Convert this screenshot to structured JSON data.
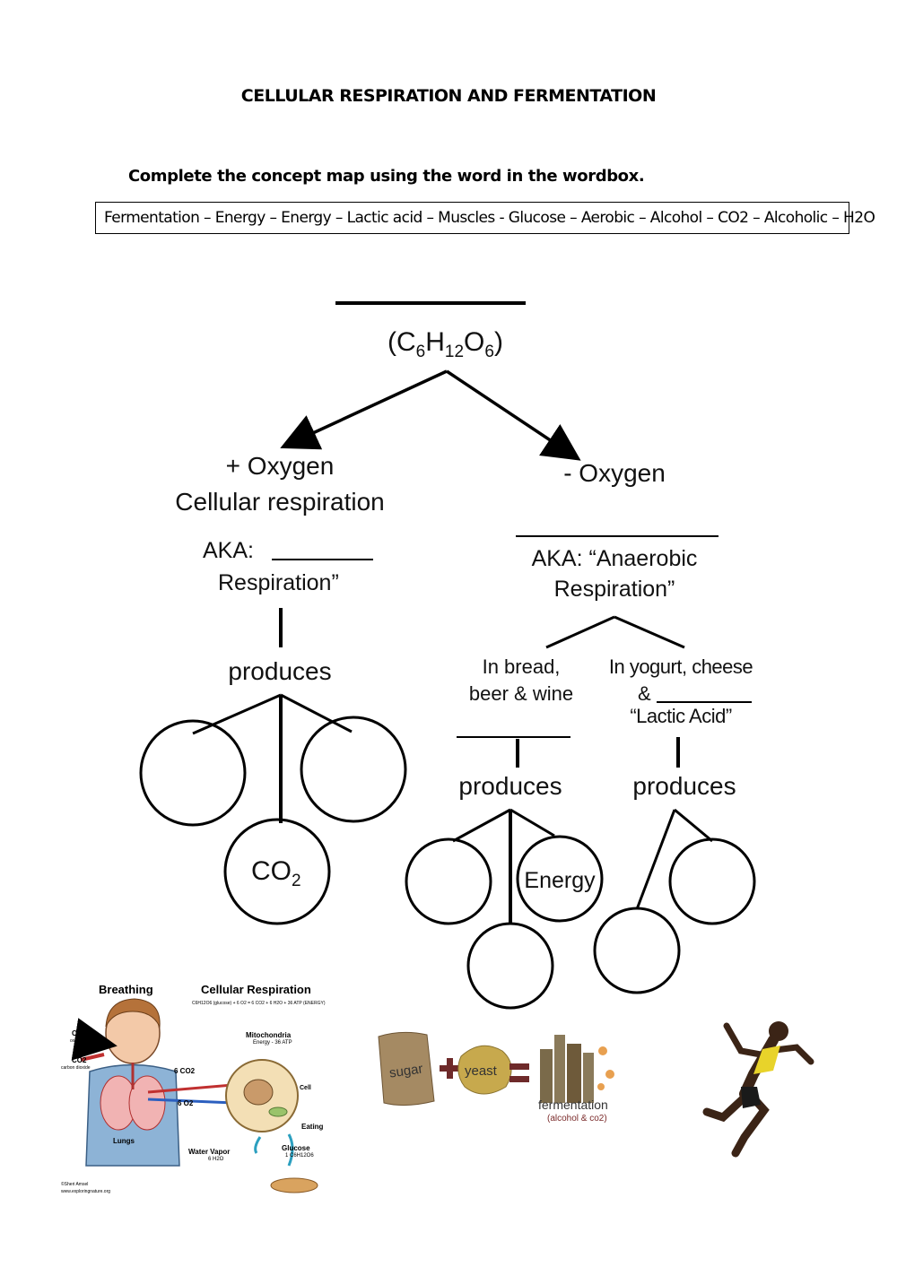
{
  "title": "CELLULAR RESPIRATION AND FERMENTATION",
  "instruction": "Complete the concept map using the word in the wordbox.",
  "wordbox": "Fermentation – Energy – Energy – Lactic acid – Muscles -  Glucose – Aerobic – Alcohol – CO2 – Alcoholic – H2O",
  "map": {
    "formula": {
      "open": "(C",
      "s1": "6",
      "h": "H",
      "s2": "12",
      "o": "O",
      "s3": "6",
      "close": ")"
    },
    "left": {
      "line1": "+ Oxygen",
      "line2": "Cellular respiration",
      "aka": "AKA:",
      "aka2": "Respiration”",
      "produces": "produces",
      "co2_base": "CO",
      "co2_sub": "2"
    },
    "right": {
      "line1": "- Oxygen",
      "aka1": "AKA:  “Anaerobic",
      "aka2": "Respiration”",
      "bread1": "In bread,",
      "bread2": "beer & wine",
      "yogurt1": "In yogurt, cheese",
      "yogurt2": "&",
      "yogurt3": "“Lactic Acid”",
      "produces_a": "produces",
      "produces_b": "produces",
      "energy": "Energy"
    }
  },
  "images": {
    "breathing": {
      "title": "Breathing",
      "cr_title": "Cellular Respiration",
      "equation": "C6H12O6 (glucose) + 6 O2 = 6 CO2 + 6 H2O + 36 ATP (ENERGY)",
      "o2": "O2",
      "o2_label": "oxygen",
      "co2": "CO2",
      "co2_label": "carbon dioxide",
      "mito": "Mitochondria",
      "mito_energy": "Energy - 36 ATP",
      "six_co2": "6 CO2",
      "six_o2": "6 O2",
      "cell": "Cell",
      "lungs": "Lungs",
      "eating": "Eating",
      "water": "Water Vapor",
      "water_sub": "6 H2O",
      "glucose": "Glucose",
      "glucose_sub": "1 C6H12O6",
      "credit1": "©Sheri Amsel",
      "credit2": "www.exploringnature.org"
    },
    "fermentation": {
      "sugar": "sugar",
      "yeast": "yeast",
      "label": "fermentation",
      "sub": "(alcohol & co2)"
    }
  }
}
